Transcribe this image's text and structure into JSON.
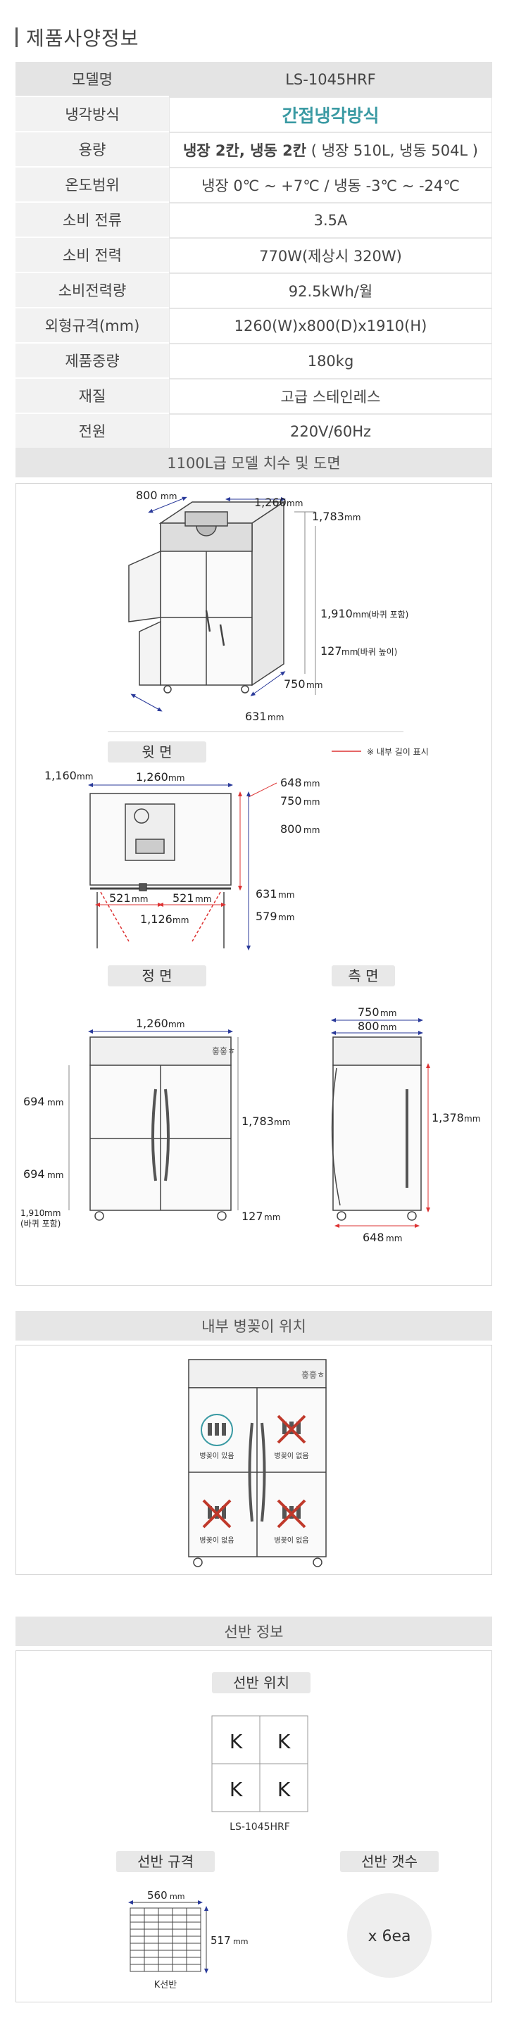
{
  "spec_title": "제품사양정보",
  "specs": {
    "model": {
      "k": "모델명",
      "v": "LS-1045HRF"
    },
    "cooling": {
      "k": "냉각방식",
      "v": "간접냉각방식"
    },
    "capacity": {
      "k": "용량",
      "v_bold": "냉장 2칸, 냉동 2칸",
      "v_rest": " ( 냉장 510L, 냉동 504L )"
    },
    "temp": {
      "k": "온도범위",
      "v": "냉장 0℃ ~ +7℃ / 냉동 -3℃ ~ -24℃"
    },
    "current": {
      "k": "소비 전류",
      "v": "3.5A"
    },
    "power": {
      "k": "소비 전력",
      "v": "770W(제상시 320W)"
    },
    "energy": {
      "k": "소비전력량",
      "v": "92.5kWh/월"
    },
    "dims": {
      "k": "외형규격(mm)",
      "v": "1260(W)x800(D)x1910(H)"
    },
    "weight": {
      "k": "제품중량",
      "v": "180kg"
    },
    "material": {
      "k": "재질",
      "v": "고급 스테인레스"
    },
    "voltage": {
      "k": "전원",
      "v": "220V/60Hz"
    }
  },
  "drawing": {
    "title": "1100L급 모델 치수 및 도면",
    "iso": {
      "d800": "800",
      "d1260": "1,260",
      "d1783": "1,783",
      "d1910": "1,910",
      "d1910_note": "(바퀴 포함)",
      "d127": "127",
      "d127_note": "(바퀴 높이)",
      "d750": "750",
      "d631": "631"
    },
    "unit": "mm",
    "top_view": {
      "label": "윗 면",
      "legend": "※ 내부 길이 표시",
      "d1160": "1,160",
      "d1260": "1,260",
      "d648": "648",
      "d750": "750",
      "d800": "800",
      "d521a": "521",
      "d521b": "521",
      "d1126": "1,126",
      "d631": "631",
      "d579": "579"
    },
    "front_view": {
      "label": "정 면",
      "d1260": "1,260",
      "d694a": "694",
      "d694b": "694",
      "d1783": "1,783",
      "d1910": "1,910",
      "d1910_note": "(바퀴 포함)",
      "d127": "127",
      "logo": "흫흫ㅎ"
    },
    "side_view": {
      "label": "측 면",
      "d750": "750",
      "d800": "800",
      "d1378": "1,378",
      "d648": "648"
    }
  },
  "bottles": {
    "title": "내부 병꽂이 위치",
    "logo": "흫흫ㅎ",
    "cells": [
      {
        "label": "병꽂이 있음",
        "has": true
      },
      {
        "label": "병꽂이 없음",
        "has": false
      },
      {
        "label": "병꽂이 없음",
        "has": false
      },
      {
        "label": "병꽂이 없음",
        "has": false
      }
    ]
  },
  "shelf": {
    "title": "선반 정보",
    "position_label": "선반 위치",
    "cells": [
      "K",
      "K",
      "K",
      "K"
    ],
    "model": "LS-1045HRF",
    "spec_label": "선반 규격",
    "count_label": "선반 갯수",
    "w": "560",
    "h": "517",
    "unit": "mm",
    "name": "K선반",
    "count": "x 6ea"
  },
  "colors": {
    "accent": "#3a9aa3",
    "dim_red": "#d33",
    "dim_blue": "#2a3a9a",
    "x_red": "#c0392b"
  }
}
